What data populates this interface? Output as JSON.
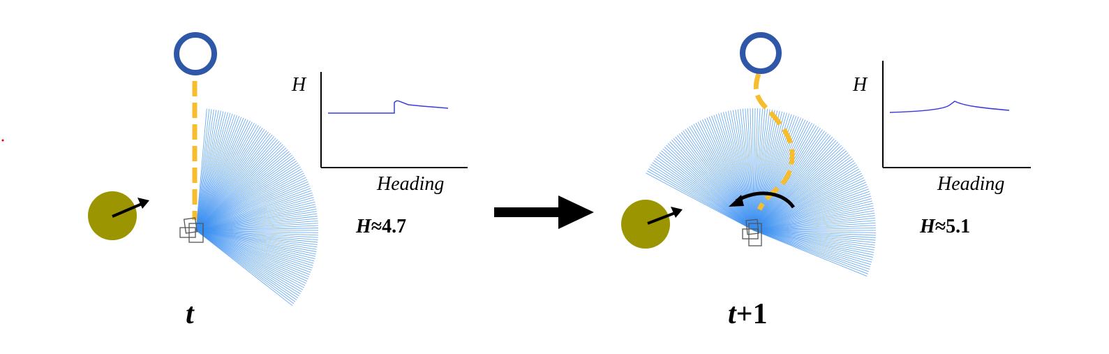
{
  "colors": {
    "goal_ring": "#2f57a8",
    "path": "#f6be2e",
    "rays": "#3a8ff0",
    "obstacle": "#9a9500",
    "robot_outline": "#555555",
    "plot_line": "#3a3ae0",
    "arrow": "#000000"
  },
  "panel_t": {
    "time_var": "t",
    "time_suffix": "",
    "h_var": "H",
    "h_value": "≈4.7",
    "plot": {
      "ylabel": "H",
      "xlabel": "Heading"
    }
  },
  "panel_t1": {
    "time_var": "t",
    "time_suffix": "+1",
    "h_var": "H",
    "h_value": "≈5.1",
    "plot": {
      "ylabel": "H",
      "xlabel": "Heading"
    }
  },
  "icons": [
    "goal-ring-icon",
    "obstacle-icon",
    "robot-icon",
    "rotation-arrow-icon",
    "transition-arrow-icon"
  ]
}
